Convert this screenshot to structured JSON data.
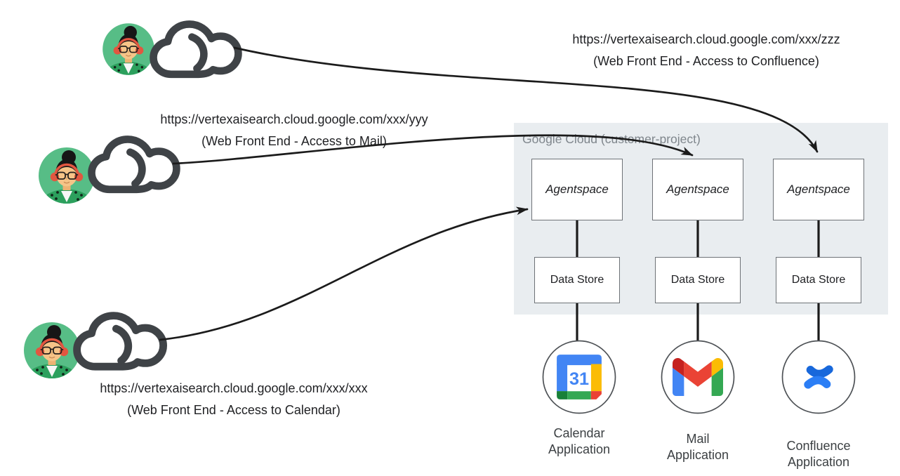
{
  "diagram": {
    "users": [
      {
        "avatar": "user-avatar",
        "cloud": "cloud-icon",
        "url": "https://vertexaisearch.cloud.google.com/xxx/zzz",
        "caption": "(Web Front End - Access to Confluence)"
      },
      {
        "avatar": "user-avatar",
        "cloud": "cloud-icon",
        "url": "https://vertexaisearch.cloud.google.com/xxx/yyy",
        "caption": "(Web Front End - Access to Mail)"
      },
      {
        "avatar": "user-avatar",
        "cloud": "cloud-icon",
        "url": "https://vertexaisearch.cloud.google.com/xxx/xxx",
        "caption": "(Web Front End - Access to Calendar)"
      }
    ],
    "cloud_region": {
      "title": "Google Cloud (customer-project)"
    },
    "pipelines": [
      {
        "agent": "Agentspace",
        "store": "Data Store",
        "icon": "google-calendar-icon",
        "icon_text": "31",
        "app_label": [
          "Calendar",
          "Application"
        ]
      },
      {
        "agent": "Agentspace",
        "store": "Data Store",
        "icon": "gmail-icon",
        "app_label": [
          "Mail",
          "Application"
        ]
      },
      {
        "agent": "Agentspace",
        "store": "Data Store",
        "icon": "confluence-icon",
        "app_label": [
          "Confluence",
          "Application"
        ]
      }
    ],
    "colors": {
      "region_bg": "#e9edf0",
      "region_title": "#7f868c",
      "line": "#1b1b1b",
      "box_border": "#6e7277",
      "avatar_green": "#57bd86",
      "cloud_gray": "#3f4347",
      "google_blue": "#4285f4",
      "google_red": "#ea4335",
      "google_yellow": "#fbbc04",
      "google_green": "#34a853",
      "calendar_dark_green": "#188038",
      "gmail_dark_red": "#c5221f",
      "confluence_blue": "#1868db"
    }
  }
}
